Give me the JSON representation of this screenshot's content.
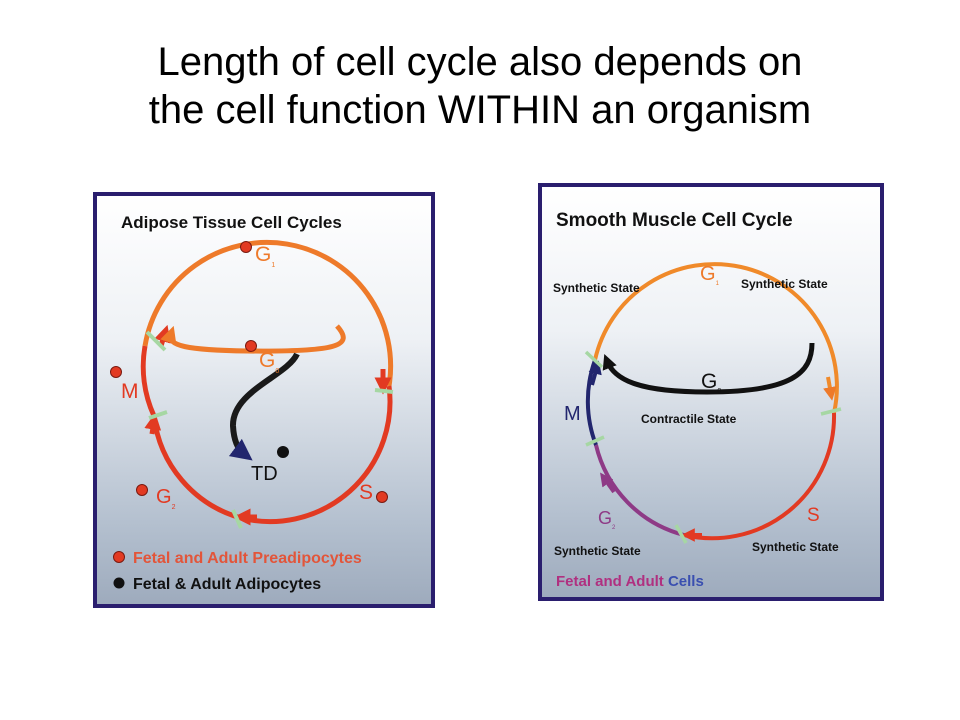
{
  "slide": {
    "title_line1": "Length of cell cycle also depends on",
    "title_line2": "the cell function WITHIN an organism"
  },
  "adipose": {
    "title": "Adipose Tissue Cell Cycles",
    "g1": "G",
    "g1_sub": "1",
    "g0": "G",
    "g0_sub": "0",
    "m": "M",
    "s": "S",
    "g2": "G",
    "g2_sub": "2",
    "td": "TD",
    "legend_red": "Fetal and Adult Preadipocytes",
    "legend_black": "Fetal & Adult Adipocytes"
  },
  "smooth_muscle": {
    "title": "Smooth Muscle Cell Cycle",
    "g1": "G",
    "g1_sub": "1",
    "g0": "G",
    "g0_sub": "0",
    "m": "M",
    "s": "S",
    "g2": "G",
    "g2_sub": "2",
    "synthetic_top_left": "Synthetic State",
    "synthetic_top_right": "Synthetic State",
    "synthetic_bottom_left": "Synthetic State",
    "synthetic_bottom_right": "Synthetic State",
    "contractile": "Contractile State",
    "footer_part1": "Fetal and Adult ",
    "footer_part2": "Cells"
  },
  "colors": {
    "panel_border": "#2a1e6e",
    "orange": "#ee7a2a",
    "red": "#e23a22",
    "black_arc": "#1a1a1a",
    "green_tick": "#a6d7a3",
    "purple": "#8e3a86",
    "navy": "#22266e",
    "legend_red_text": "#e2553a",
    "footer_magenta": "#b03080",
    "footer_blue": "#3a4fb0"
  }
}
